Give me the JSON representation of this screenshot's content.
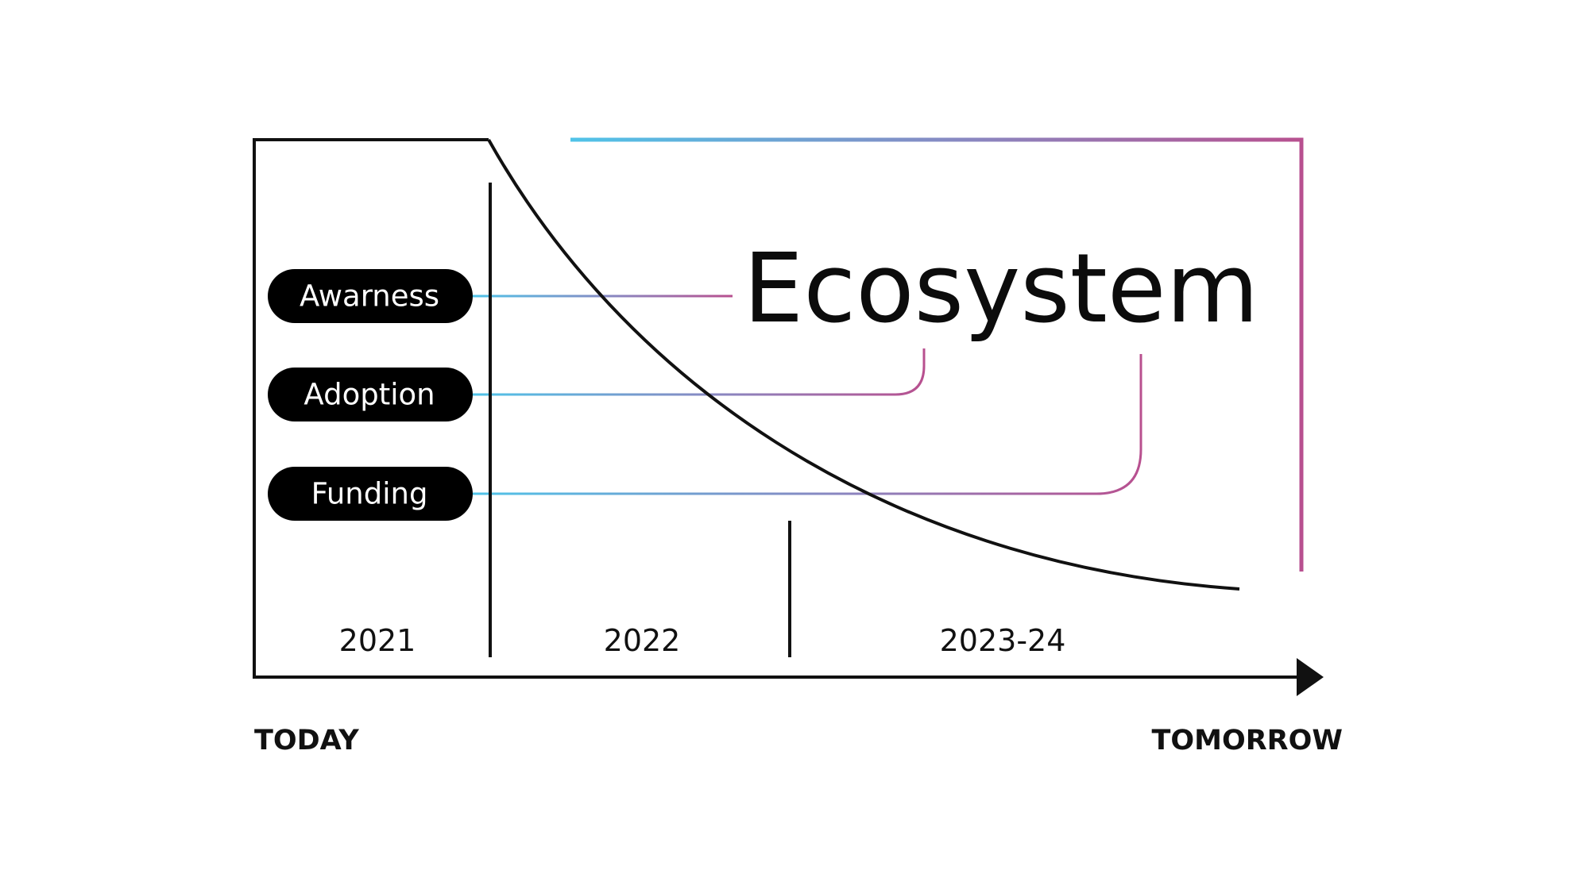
{
  "title": "Ecosystem",
  "pills": [
    {
      "label": "Awarness"
    },
    {
      "label": "Adoption"
    },
    {
      "label": "Funding"
    }
  ],
  "years": [
    {
      "label": "2021"
    },
    {
      "label": "2022"
    },
    {
      "label": "2023-24"
    }
  ],
  "axis": {
    "start_label": "TODAY",
    "end_label": "TOMORROW"
  },
  "colors": {
    "gradient_start": "#4fc3e8",
    "gradient_mid": "#8a86c0",
    "gradient_end": "#b8508f",
    "ink": "#111111",
    "pill_fill": "#000000"
  }
}
